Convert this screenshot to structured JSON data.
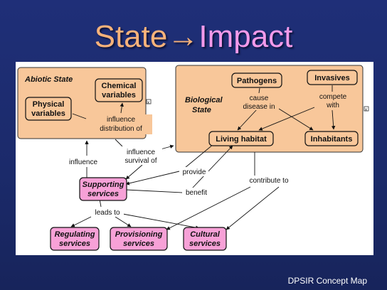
{
  "title": {
    "state": "State",
    "arrow": "→",
    "impact": "Impact"
  },
  "footer": "DPSIR Concept Map",
  "colors": {
    "background": "#1c2a6e",
    "state_title": "#f7b27a",
    "impact_title": "#f39aea",
    "tan_box": "#f8c79a",
    "pink_box": "#f7a1d7"
  },
  "groups": {
    "abiotic": "Abiotic State",
    "biological": [
      "Biological",
      "State"
    ]
  },
  "nodes": {
    "chemical": [
      "Chemical",
      "variables"
    ],
    "physical": [
      "Physical",
      "variables"
    ],
    "pathogens": "Pathogens",
    "invasives": "Invasives",
    "living_habitat": "Living habitat",
    "inhabitants": "Inhabitants",
    "supporting": [
      "Supporting",
      "services"
    ],
    "regulating": [
      "Regulating",
      "services"
    ],
    "provisioning": [
      "Provisioning",
      "services"
    ],
    "cultural": [
      "Cultural",
      "services"
    ]
  },
  "links": {
    "influence_distribution": [
      "influence",
      "distribution of"
    ],
    "cause_disease": [
      "cause",
      "disease in"
    ],
    "compete_with": [
      "compete",
      "with"
    ],
    "influence": "influence",
    "influence_survival": [
      "influence",
      "survival of"
    ],
    "provide": "provide",
    "benefit": "benefit",
    "contribute_to": "contribute to",
    "leads_to": "leads to"
  },
  "expand_marker": "x"
}
